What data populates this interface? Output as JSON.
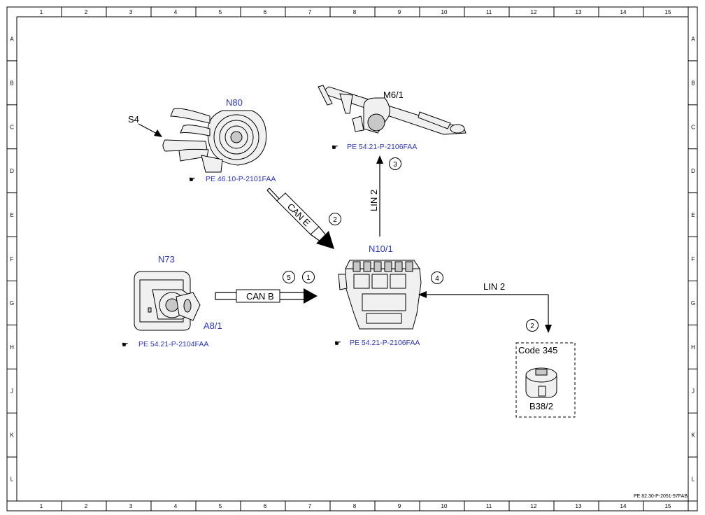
{
  "grid": {
    "columns": [
      "1",
      "2",
      "3",
      "4",
      "5",
      "6",
      "7",
      "8",
      "9",
      "10",
      "11",
      "12",
      "13",
      "14",
      "15"
    ],
    "rows": [
      "A",
      "B",
      "C",
      "D",
      "E",
      "F",
      "G",
      "H",
      "J",
      "K",
      "L"
    ]
  },
  "components": {
    "n80": {
      "label": "N80",
      "ref": "PE 46.10-P-2101FAA"
    },
    "s4": {
      "label": "S4"
    },
    "m6": {
      "label": "M6/1",
      "ref": "PE 54.21-P-2106FAA"
    },
    "n73": {
      "label": "N73",
      "ref": "PE 54.21-P-2104FAA"
    },
    "a8": {
      "label": "A8/1"
    },
    "n10": {
      "label": "N10/1",
      "ref": "PE 54.21-P-2106FAA"
    },
    "b38": {
      "label": "B38/2",
      "code": "Code 345"
    }
  },
  "connections": {
    "can_e": "CAN E",
    "can_b": "CAN B",
    "lin2_up": "LIN 2",
    "lin2_right": "LIN 2"
  },
  "markers": {
    "m1": "1",
    "m2a": "2",
    "m2b": "2",
    "m3": "3",
    "m4": "4",
    "m5": "5"
  },
  "doc_id": "PE 82.30-P-2051-97FAB",
  "colors": {
    "accent": "#2b35c8"
  }
}
